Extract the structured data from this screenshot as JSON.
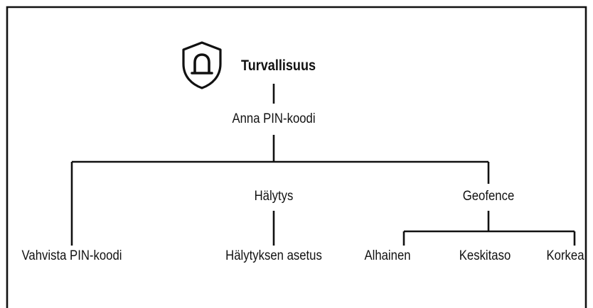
{
  "diagram": {
    "root": {
      "title": "Turvallisuus",
      "icon": "shield-alarm-icon"
    },
    "step": {
      "label": "Anna PIN-koodi"
    },
    "branches": [
      {
        "label": "Vahvista PIN-koodi",
        "children": []
      },
      {
        "label": "Hälytys",
        "children": [
          {
            "label": "Hälytyksen asetus"
          }
        ]
      },
      {
        "label": "Geofence",
        "children": [
          {
            "label": "Alhainen"
          },
          {
            "label": "Keskitaso"
          },
          {
            "label": "Korkea"
          }
        ]
      }
    ]
  },
  "colors": {
    "stroke": "#111111",
    "background": "#ffffff"
  }
}
